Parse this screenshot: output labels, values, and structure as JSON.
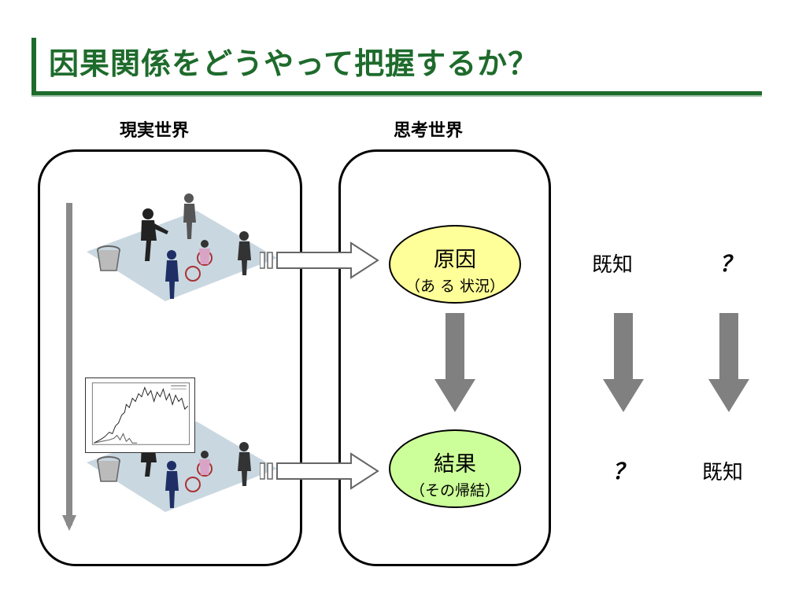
{
  "title": "因果関係をどうやって把握するか？",
  "columns": {
    "real_world": "現実世界",
    "thought_world": "思考世界"
  },
  "cause": {
    "main": "原因",
    "sub": "（あ る 状況）"
  },
  "effect": {
    "main": "結果",
    "sub": "（その帰結）"
  },
  "pairs": {
    "left_top": "既知",
    "left_bottom": "？",
    "right_top": "？",
    "right_bottom": "既知"
  },
  "colors": {
    "title": "#1e6b2c",
    "cause_fill": "#ffff99",
    "effect_fill": "#ccff99",
    "arrow_gray": "#808080"
  }
}
